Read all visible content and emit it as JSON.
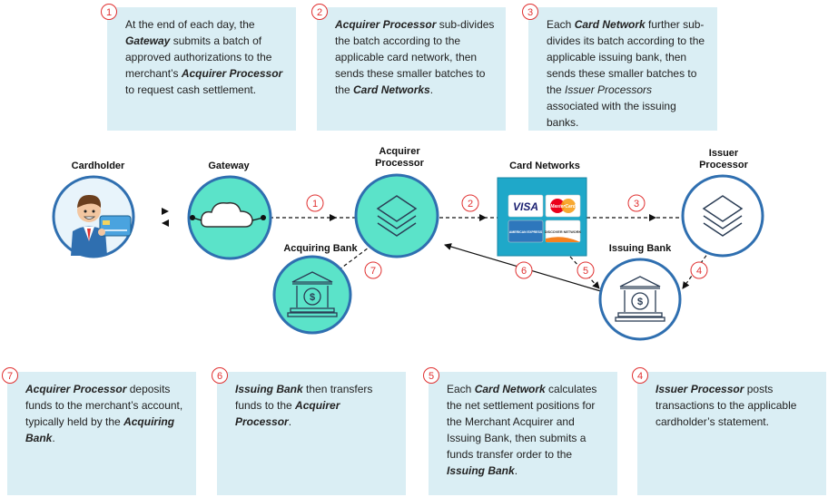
{
  "nodes": {
    "cardholder": "Cardholder",
    "gateway": "Gateway",
    "acquirer_processor": [
      "Acquirer",
      "Processor"
    ],
    "card_networks": "Card Networks",
    "issuer_processor": [
      "Issuer",
      "Processor"
    ],
    "acquiring_bank": "Acquiring Bank",
    "issuing_bank": "Issuing Bank"
  },
  "card_logos": [
    "VISA",
    "MasterCard",
    "AMERICAN EXPRESS",
    "DISCOVER NETWORK"
  ],
  "bank_icon": "bank-dollar-icon",
  "steps": {
    "s1": {
      "num": "1",
      "pre": "At the end of each day, the ",
      "b1": "Gateway",
      "mid": " submits a batch of approved authorizations to the merchant’s ",
      "b2": "Acquirer Processor",
      "post": " to request cash settlement."
    },
    "s2": {
      "num": "2",
      "b1": "Acquirer Processor",
      "mid": " sub-divides the batch according to the applicable card network, then sends these smaller batches to the ",
      "b2": "Card Networks",
      "post": "."
    },
    "s3": {
      "num": "3",
      "pre": "Each ",
      "b1": "Card Network",
      "mid": " further sub-divides its batch according to the applicable issuing bank, then sends these smaller batches to the ",
      "i2": "Issuer Processors",
      "post": " associated with the issuing banks."
    },
    "s4": {
      "num": "4",
      "b1": "Issuer Processor",
      "mid": " posts transactions to the applicable cardholder’s statement."
    },
    "s5": {
      "num": "5",
      "pre": "Each ",
      "b1": "Card Network",
      "mid": " calculates the net settlement positions for the Merchant Acquirer and Issuing Bank, then submits a funds transfer order to the ",
      "b2": "Issuing Bank",
      "post": "."
    },
    "s6": {
      "num": "6",
      "b1": "Issuing Bank",
      "mid": " then transfers funds to the ",
      "b2": "Acquirer Processor",
      "post": "."
    },
    "s7": {
      "num": "7",
      "b1": "Acquirer Processor",
      "mid": " deposits funds to the merchant’s account, typically held by the ",
      "b2": "Acquiring Bank",
      "post": "."
    }
  },
  "colors": {
    "box": "#daeef4",
    "node": "#5be3c9",
    "node_ring": "#2f6fb0",
    "marker": "#e03030",
    "card_panel": "#1fa8c9"
  }
}
